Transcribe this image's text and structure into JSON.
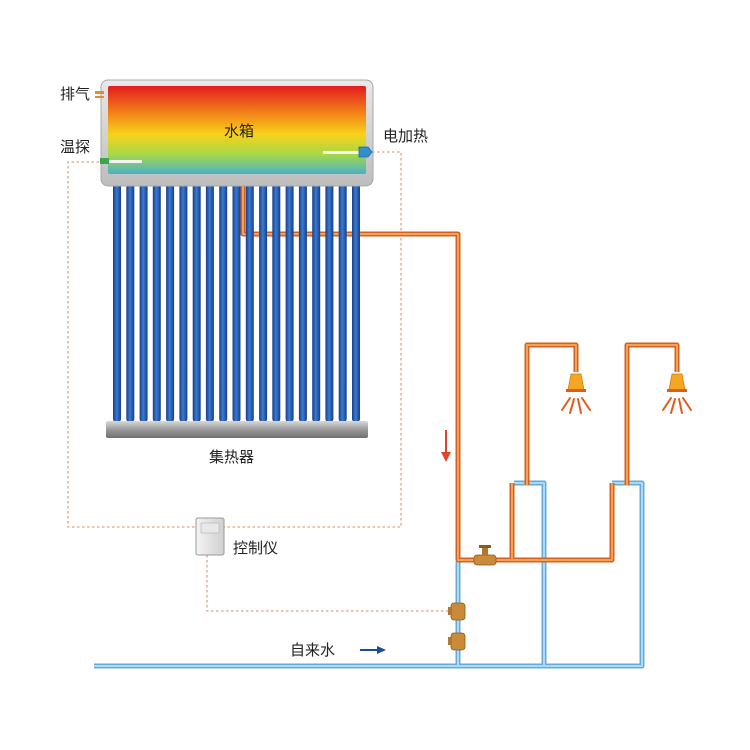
{
  "labels": {
    "vent": "排气",
    "temp_probe": "温探",
    "water_tank": "水箱",
    "electric_heater": "电加热",
    "collector": "集热器",
    "controller": "控制仪",
    "tap_water": "自来水"
  },
  "components": {
    "vacuum_tube_count": 19,
    "shower_heads": 2
  },
  "colors": {
    "hot_pipe": "#e8742a",
    "cold_pipe": "#7cc0ea",
    "vacuum_tube": "#1f4fa8",
    "signal_line": "#e3a27a",
    "flow_arrow_hot": "#e0452a",
    "flow_arrow_cold": "#1a4c9c"
  }
}
